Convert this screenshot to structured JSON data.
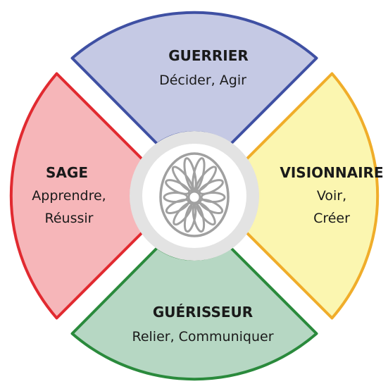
{
  "quadrants": {
    "top": {
      "title": "GUERRIER",
      "lines": [
        "Décider, Agir"
      ],
      "fill": "#c5c9e4",
      "stroke": "#3f50a3"
    },
    "right": {
      "title": "VISIONNAIRE",
      "lines": [
        "Voir,",
        "Créer"
      ],
      "fill": "#fbf6b0",
      "stroke": "#f0ad2a"
    },
    "bottom": {
      "title": "GUÉRISSEUR",
      "lines": [
        "Relier, Communiquer"
      ],
      "fill": "#b6d7c3",
      "stroke": "#2a8a3c"
    },
    "left": {
      "title": "SAGE",
      "lines": [
        "Apprendre,",
        "Réussir"
      ],
      "fill": "#f6b6b9",
      "stroke": "#e12a30"
    }
  },
  "center": {
    "ring_color": "#e3e3e3",
    "icon": "flower-rosette-icon",
    "icon_color": "#a0a0a0"
  }
}
